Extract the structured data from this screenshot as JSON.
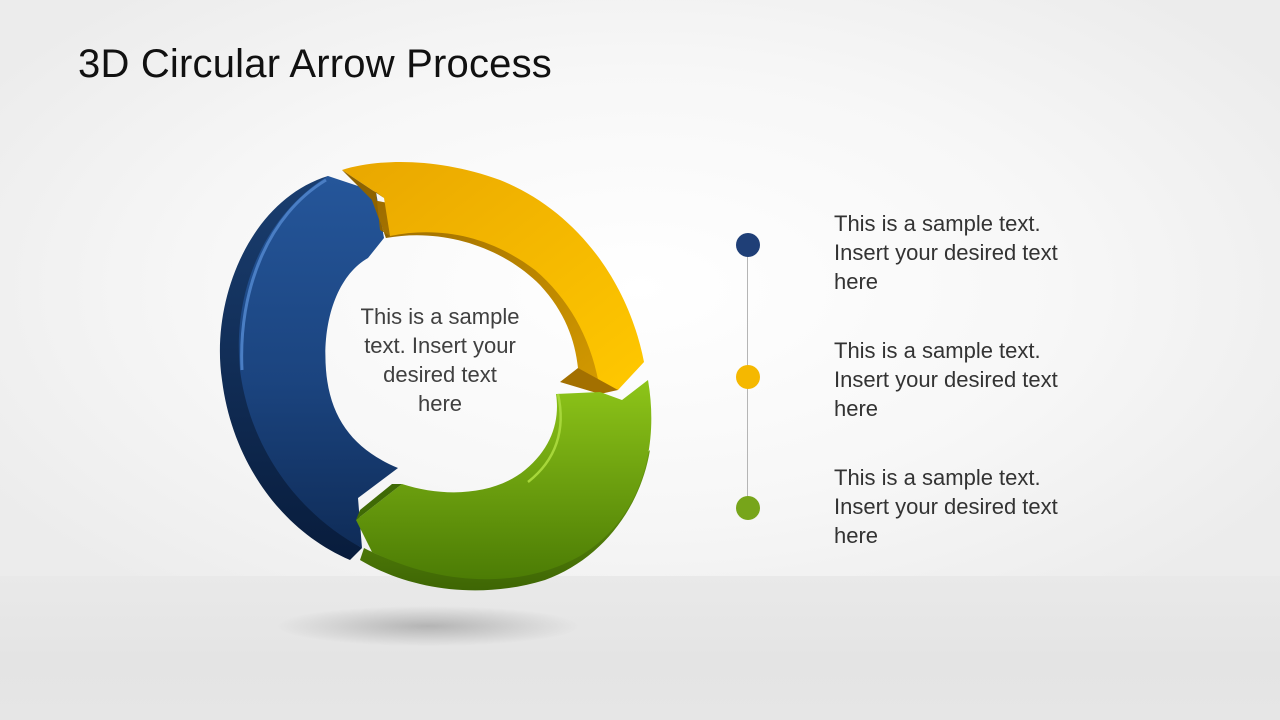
{
  "slide": {
    "title": "3D Circular Arrow Process"
  },
  "diagram": {
    "center_text": "This is a sample text. Insert your desired text here",
    "segments": [
      {
        "name": "blue",
        "color": "#1e4a8a"
      },
      {
        "name": "yellow",
        "color": "#f2b200"
      },
      {
        "name": "green",
        "color": "#6aa010"
      }
    ]
  },
  "items": [
    {
      "text": "This is a sample text. Insert your desired text here",
      "color": "#1f3f77"
    },
    {
      "text": "This is a sample text. Insert your desired text here",
      "color": "#f5b800"
    },
    {
      "text": "This is a sample text. Insert your desired text here",
      "color": "#77a51a"
    }
  ]
}
